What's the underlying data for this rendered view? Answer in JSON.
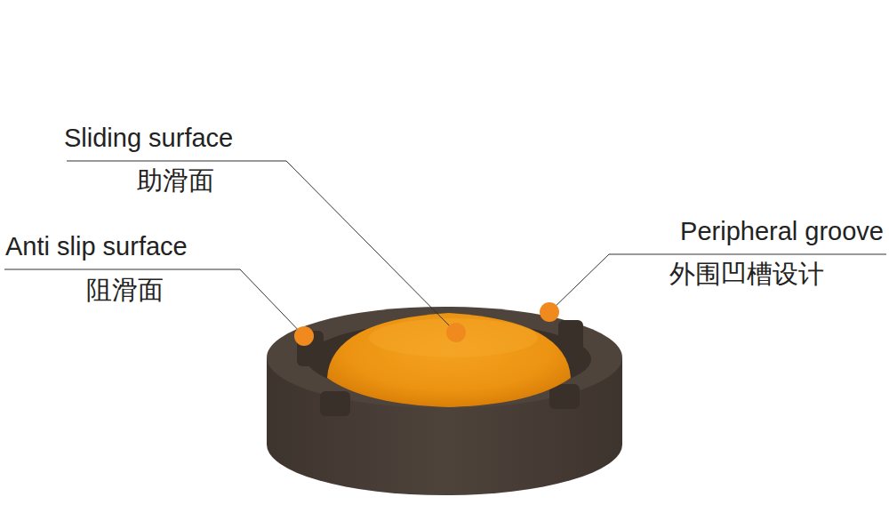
{
  "diagram": {
    "labels": [
      "Sliding surface",
      "助滑面",
      "Anti slip surface",
      "阻滑面",
      "Peripheral groove",
      "外围凹槽设计"
    ]
  }
}
